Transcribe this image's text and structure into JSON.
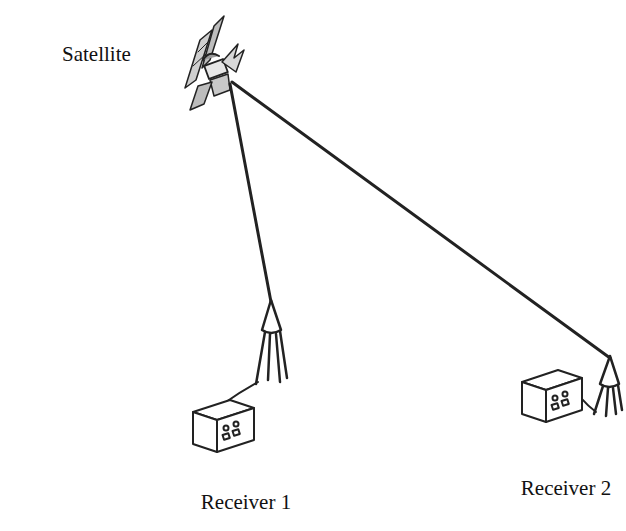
{
  "diagram": {
    "labels": [
      "Satellite",
      "Receiver 1",
      "Receiver 2"
    ]
  }
}
